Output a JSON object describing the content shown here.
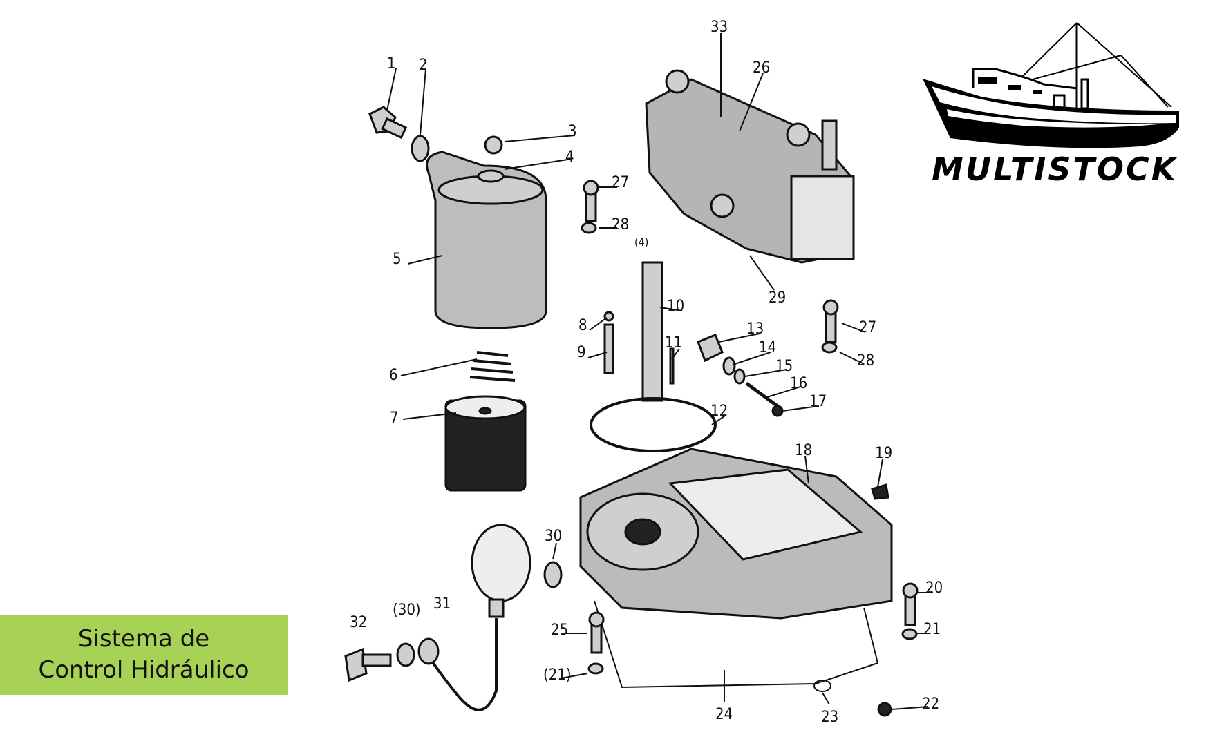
{
  "title": {
    "line1": "Sistema de",
    "line2": "Control Hidráulico",
    "background": "#a8d255"
  },
  "logo": {
    "brand": "MULTISTOCK"
  },
  "callouts": {
    "p1": "1",
    "p2": "2",
    "p3": "3",
    "p4": "4",
    "p5": "5",
    "p6": "6",
    "p7": "7",
    "p8": "8",
    "p9": "9",
    "p10": "10",
    "p11": "11",
    "p12": "12",
    "p13": "13",
    "p14": "14",
    "p15": "15",
    "p16": "16",
    "p17": "17",
    "p18": "18",
    "p19": "19",
    "p20": "20",
    "p21": "21",
    "p22": "22",
    "p23": "23",
    "p24": "24",
    "p25": "25",
    "p21b": "(21)",
    "p26": "26",
    "p27": "27",
    "p28": "28",
    "p4b": "(4)",
    "p29": "29",
    "p27b": "27",
    "p28b": "28",
    "p30": "30",
    "p30b": "(30)",
    "p31": "31",
    "p32": "32",
    "p33": "33"
  }
}
